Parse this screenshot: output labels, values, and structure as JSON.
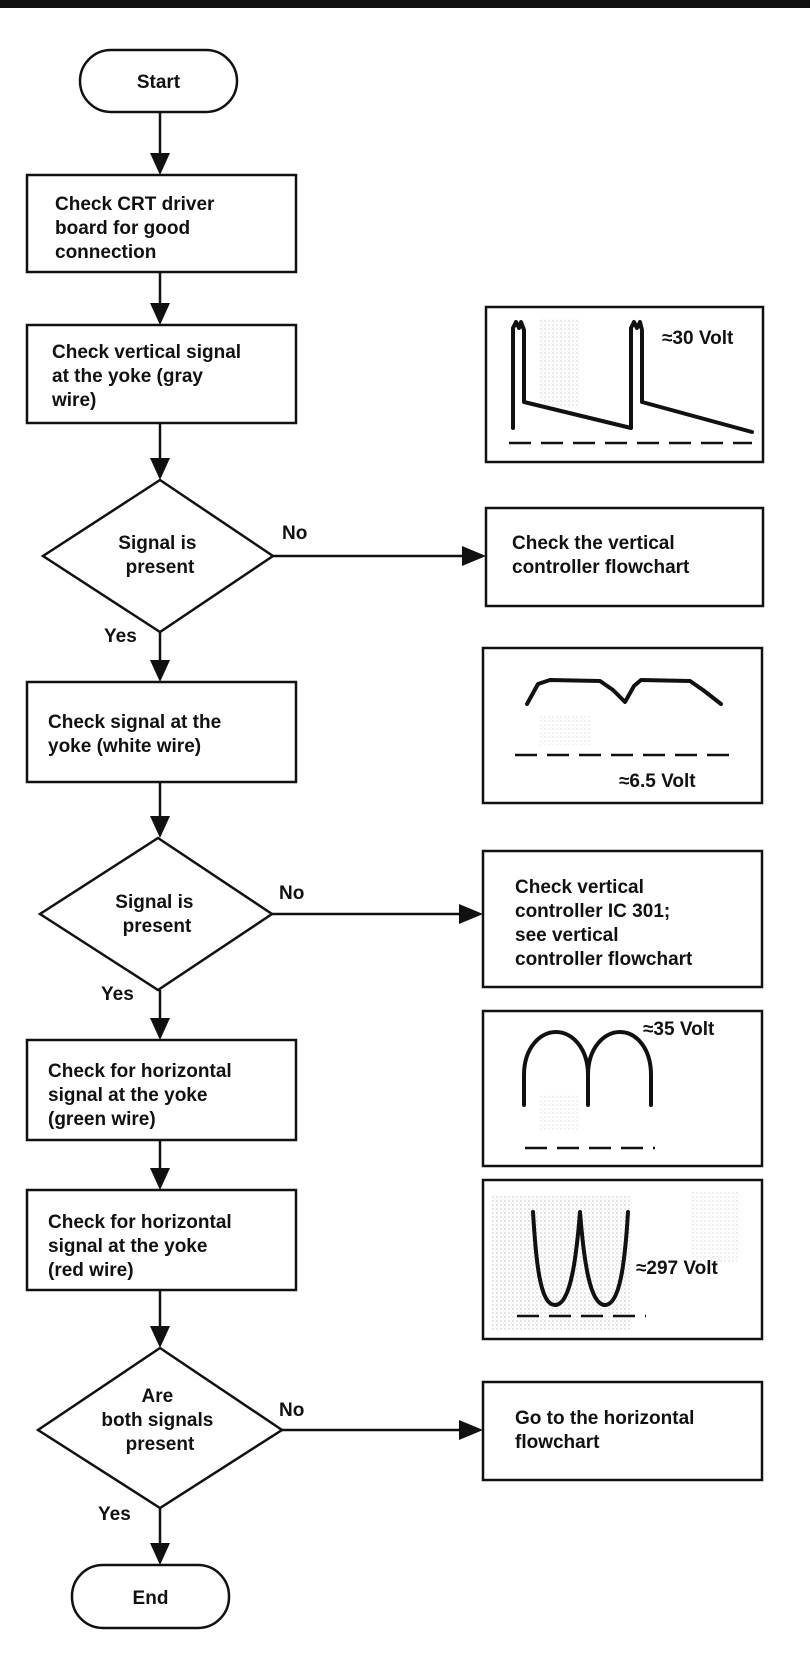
{
  "flowchart": {
    "start": "Start",
    "end": "End",
    "steps": {
      "check_crt": [
        "Check CRT driver",
        "board for good",
        "connection"
      ],
      "check_vertical": [
        "Check vertical signal",
        "at the yoke (gray",
        "wire)"
      ],
      "check_white": [
        "Check signal at the",
        "yoke (white wire)"
      ],
      "check_green": [
        "Check for horizontal",
        "signal at the yoke",
        "(green wire)"
      ],
      "check_red": [
        "Check for horizontal",
        "signal at the yoke",
        "(red wire)"
      ]
    },
    "decisions": {
      "d1": [
        "Signal is",
        "present"
      ],
      "d2": [
        "Signal is",
        "present"
      ],
      "d3": [
        "Are",
        "both signals",
        "present"
      ]
    },
    "outcomes": {
      "vertical_flowchart": [
        "Check the vertical",
        "controller flowchart"
      ],
      "ic301": [
        "Check vertical",
        "controller IC 301;",
        "see vertical",
        "controller flowchart"
      ],
      "horizontal_flowchart": [
        "Go to the horizontal",
        "flowchart"
      ]
    },
    "edge_labels": {
      "no": "No",
      "yes": "Yes"
    }
  },
  "waveforms": {
    "gray": {
      "label": "≈30 Volt"
    },
    "white": {
      "label": "≈6.5 Volt"
    },
    "green": {
      "label": "≈35 Volt"
    },
    "red": {
      "label": "≈297 Volt"
    }
  }
}
